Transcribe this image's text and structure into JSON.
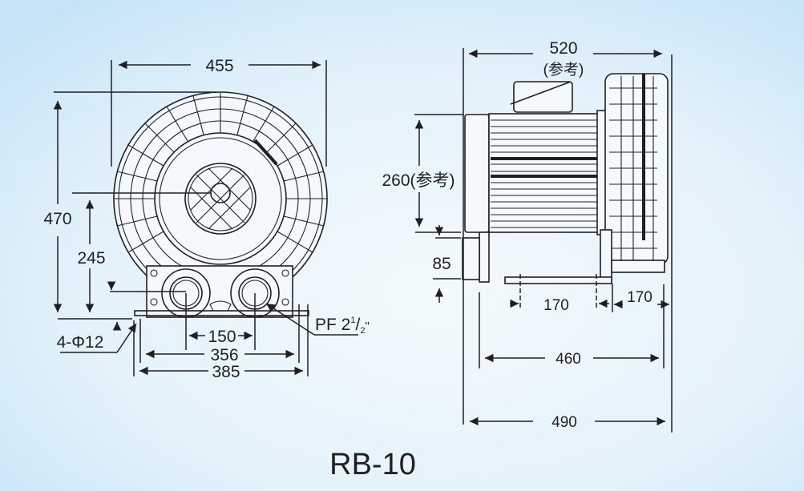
{
  "title": "RB-10",
  "front_view": {
    "width": "455",
    "height": "470",
    "center_height": "245",
    "bolt_holes": "4-Φ12",
    "port_spacing": "150",
    "mount_inner": "356",
    "mount_outer": "385",
    "port_thread": {
      "base": "PF 2",
      "num": "1",
      "slash": "/",
      "den": "2",
      "suffix": "\""
    }
  },
  "side_view": {
    "length_ref": "520",
    "ref_note": "(参考)",
    "motor_height_ref": "260(参考)",
    "base_height": "85",
    "foot_spacing": "170",
    "foot_offset": "170",
    "base_length": "460",
    "overall_base": "490"
  },
  "colors": {
    "line": "#231f20",
    "bg_edge": "#c9e6f7",
    "bg_center": "#f2f9fd"
  }
}
